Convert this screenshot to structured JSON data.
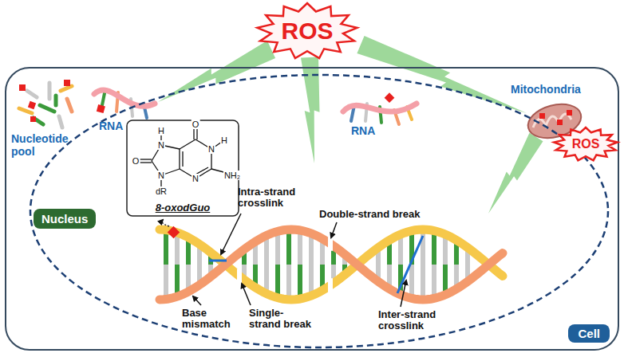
{
  "diagram": {
    "nodes": [
      {
        "text": [
          "ROS"
        ]
      },
      {
        "text": [
          "Cell"
        ]
      },
      {
        "text": [
          "Nucleus"
        ],
        "in": 1
      },
      {
        "text": [
          "8-oxodGuo"
        ],
        "in": 2
      },
      {
        "text": [
          "ROS"
        ],
        "in": 1
      }
    ],
    "labels": [
      "Nucleotide pool",
      "RNA",
      "Mitochondria",
      "RNA",
      "Intra-strand crosslink",
      "Double-strand break",
      "Base mismatch",
      "Single-strand break",
      "Inter-strand crosslink",
      "O",
      "H",
      "N",
      "N",
      "dR",
      "O",
      "H",
      "N",
      "N",
      "NH₂"
    ]
  }
}
